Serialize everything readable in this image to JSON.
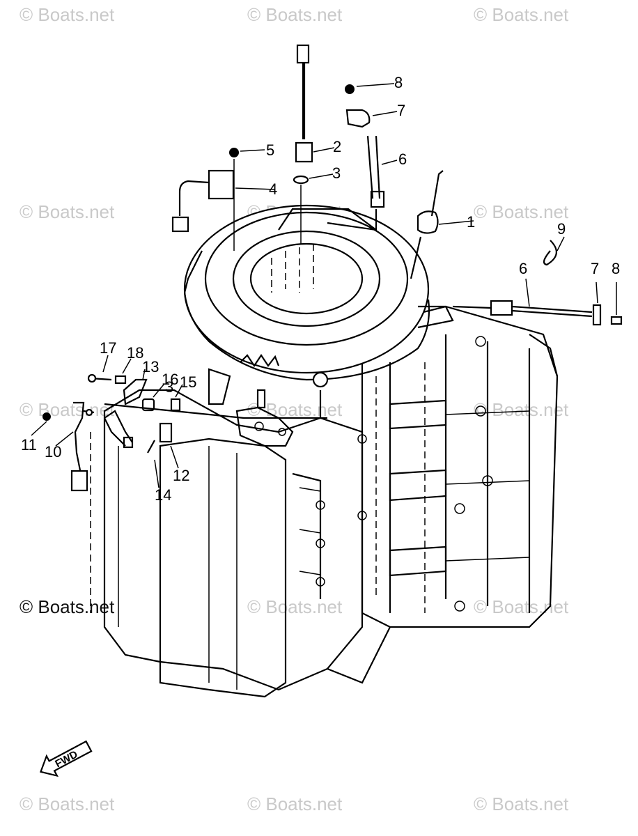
{
  "watermarks": {
    "top_left": "© Boats.net",
    "top_center": "© Boats.net",
    "top_right": "© Boats.net",
    "mid_left": "© Boats.net",
    "mid_center": "© Boats.net",
    "mid_right": "© Boats.net",
    "low_left": "© Boats.net",
    "low_center": "© Boats.net",
    "low_right": "© Boats.net",
    "dark_left": "© Boats.net",
    "dark_center": "© Boats.net",
    "dark_right": "© Boats.net",
    "bottom_left": "© Boats.net",
    "bottom_center": "© Boats.net",
    "bottom_right": "© Boats.net"
  },
  "callouts": {
    "c1": "1",
    "c2": "2",
    "c3a": "3",
    "c3b": "3",
    "c4": "4",
    "c5": "5",
    "c6a": "6",
    "c6b": "6",
    "c7a": "7",
    "c7b": "7",
    "c8a": "8",
    "c8b": "8",
    "c9": "9",
    "c10": "10",
    "c11": "11",
    "c12": "12",
    "c13": "13",
    "c14": "14",
    "c15": "15",
    "c16": "16",
    "c17": "17",
    "c18": "18"
  },
  "fwd_arrow": {
    "label": "FWD"
  },
  "colors": {
    "line": "#000000",
    "watermark": "#c9c9c9",
    "background": "#ffffff"
  }
}
